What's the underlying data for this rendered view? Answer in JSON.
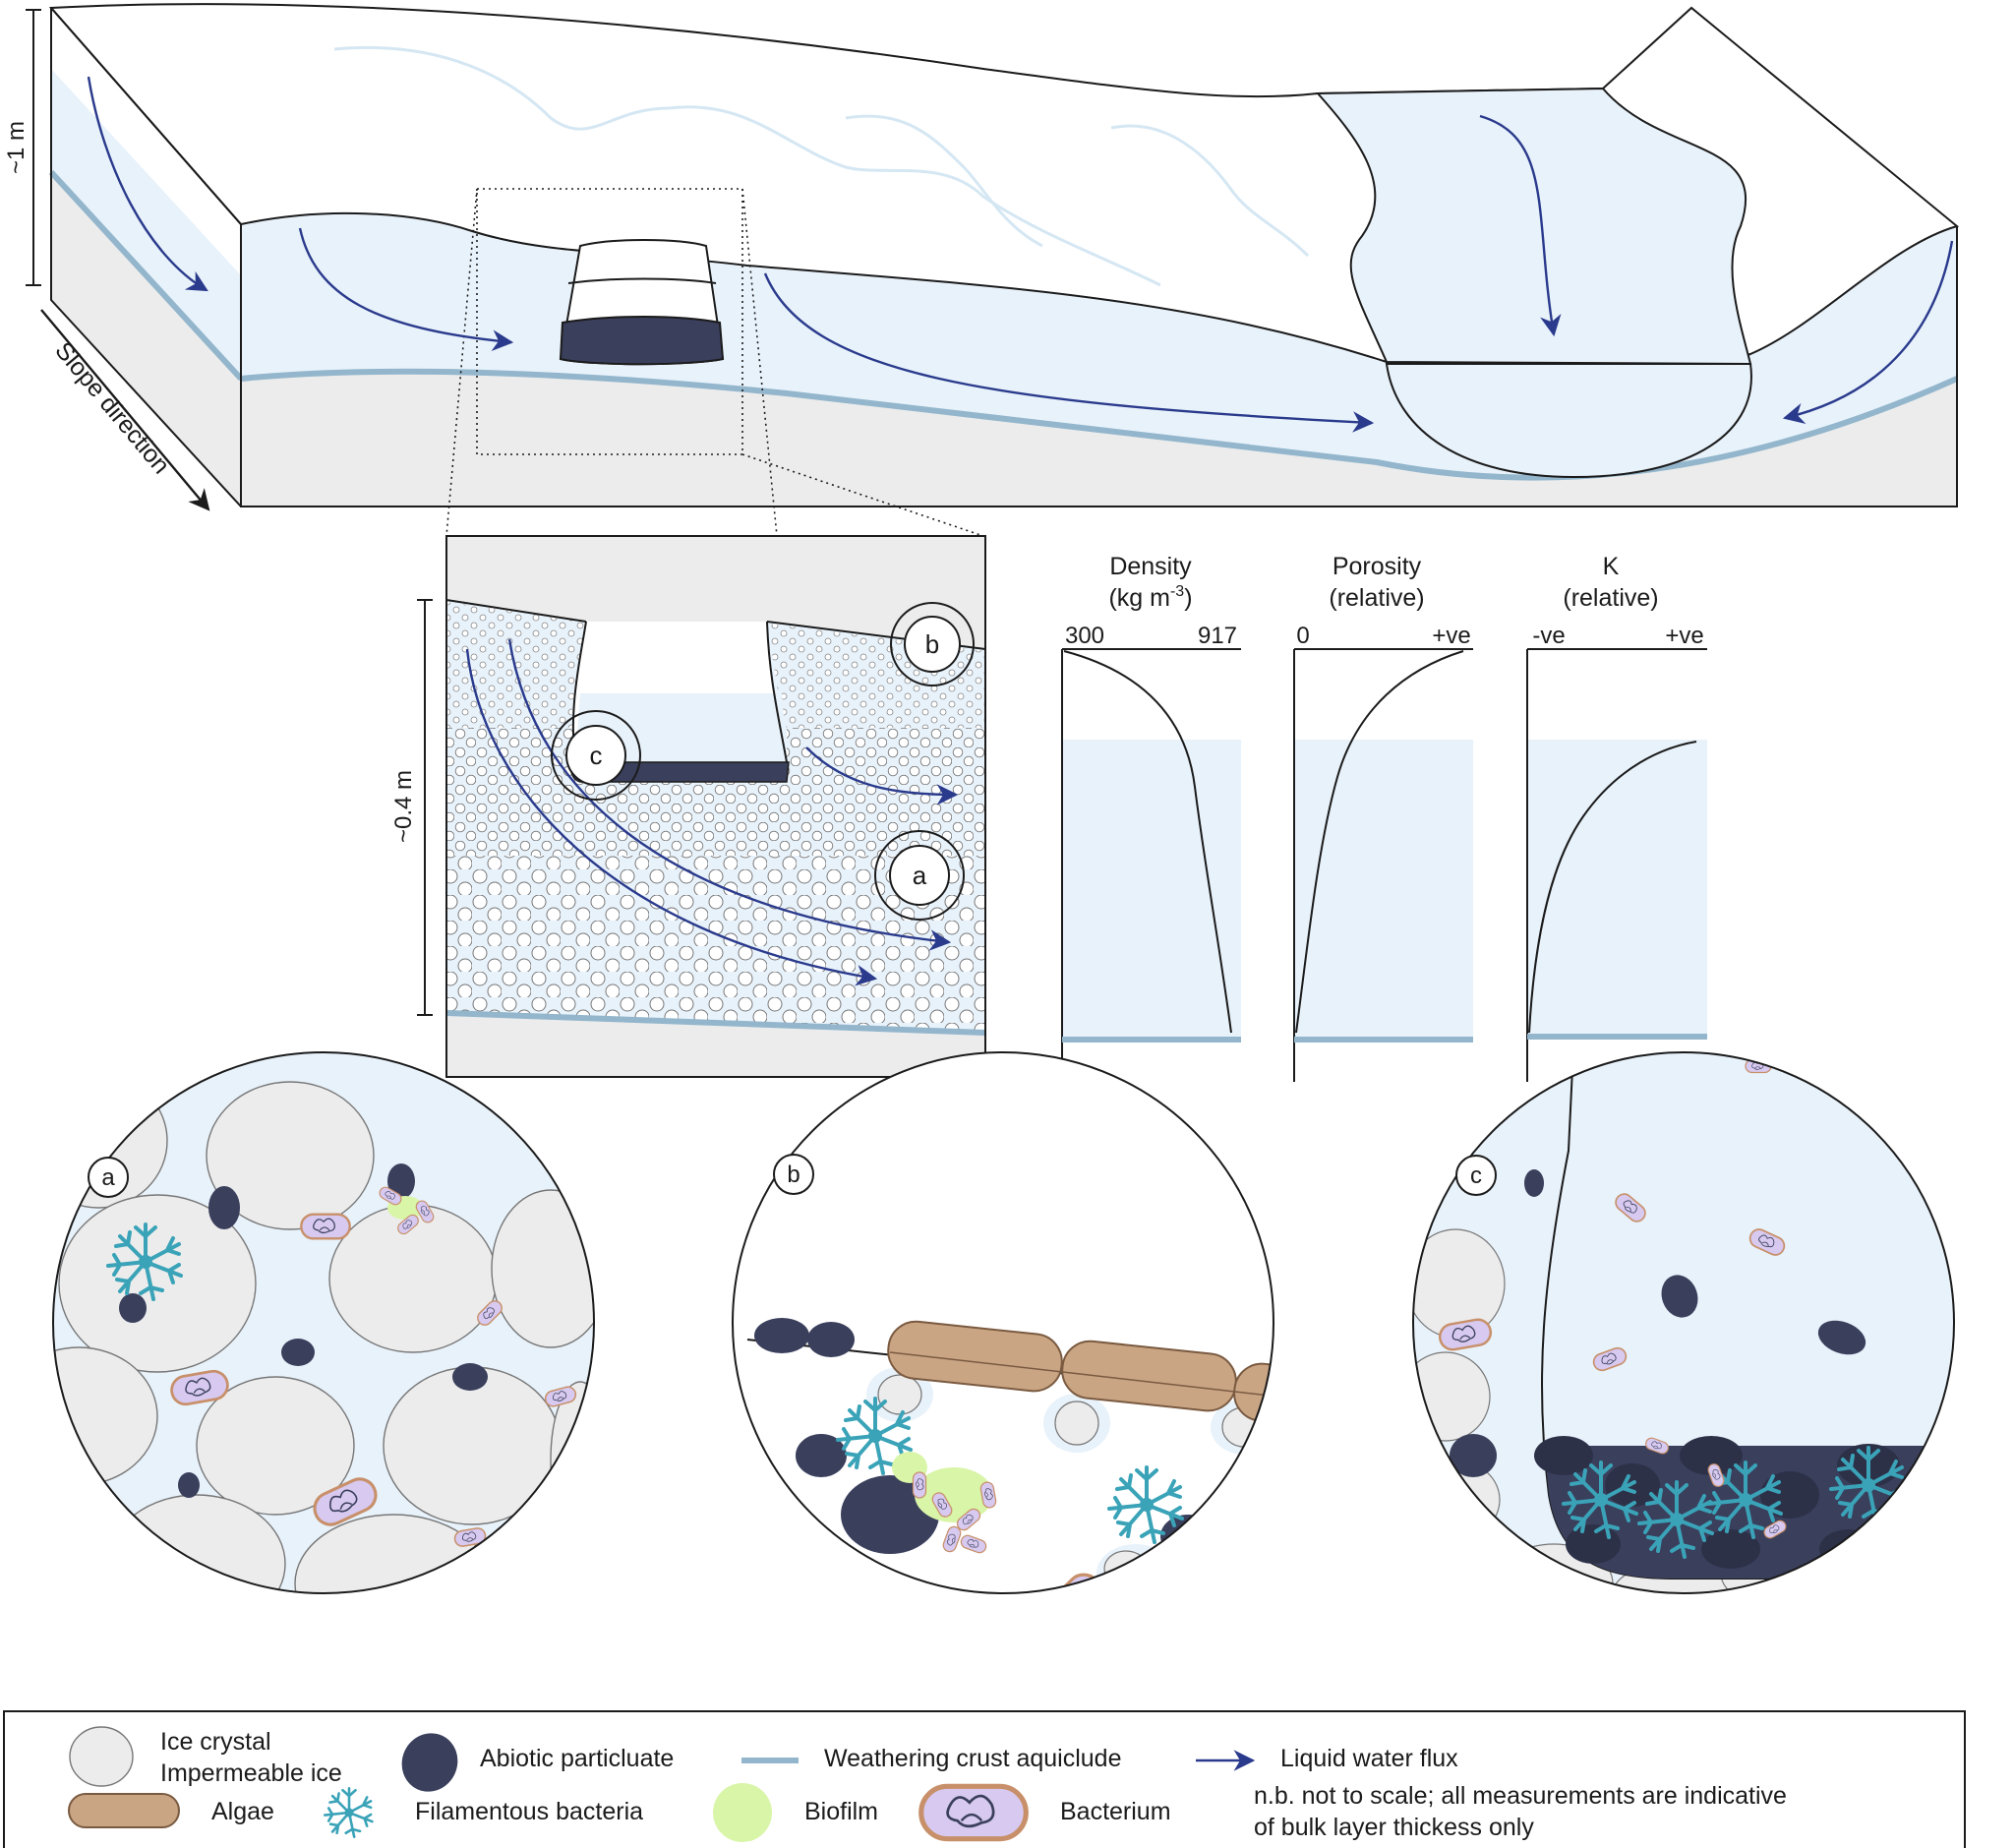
{
  "block": {
    "scale_label": "~1 m",
    "slope_label": "Slope direction"
  },
  "inset": {
    "scale_label": "~0.4 m",
    "markers": {
      "a": "a",
      "b": "b",
      "c": "c"
    }
  },
  "profiles": {
    "density": {
      "title_line1": "Density",
      "title_line2": "(kg m",
      "title_sup": "-3",
      "title_close": ")",
      "min": "300",
      "max": "917"
    },
    "porosity": {
      "title_line1": "Porosity",
      "title_line2": "(relative)",
      "min": "0",
      "max": "+ve"
    },
    "conductivity": {
      "title_line1": "K",
      "title_line2": "(relative)",
      "min": "-ve",
      "max": "+ve"
    }
  },
  "detail_labels": {
    "a": "a",
    "b": "b",
    "c": "c"
  },
  "legend": {
    "ice_crystal_line1": "Ice crystal",
    "ice_crystal_line2": "Impermeable ice",
    "abiotic": "Abiotic particluate",
    "aquiclude": "Weathering crust aquiclude",
    "flux": "Liquid water flux",
    "algae": "Algae",
    "filamentous": "Filamentous bacteria",
    "biofilm": "Biofilm",
    "bacterium": "Bacterium",
    "note_line1": "n.b. not to scale; all measurements are indicative",
    "note_line2": "of bulk layer thickess only"
  },
  "colors": {
    "water": "#e8f2fb",
    "aquiclude": "#93b6cc",
    "ice_grey": "#ececec",
    "particulate": "#3a3f5c",
    "flux_arrow": "#2a3a8c",
    "algae": "#c9a584",
    "filamentous": "#3aa3b8",
    "biofilm": "#d9f5a8",
    "bacterium_fill": "#d7c9ef",
    "bacterium_edge": "#c8906a"
  }
}
